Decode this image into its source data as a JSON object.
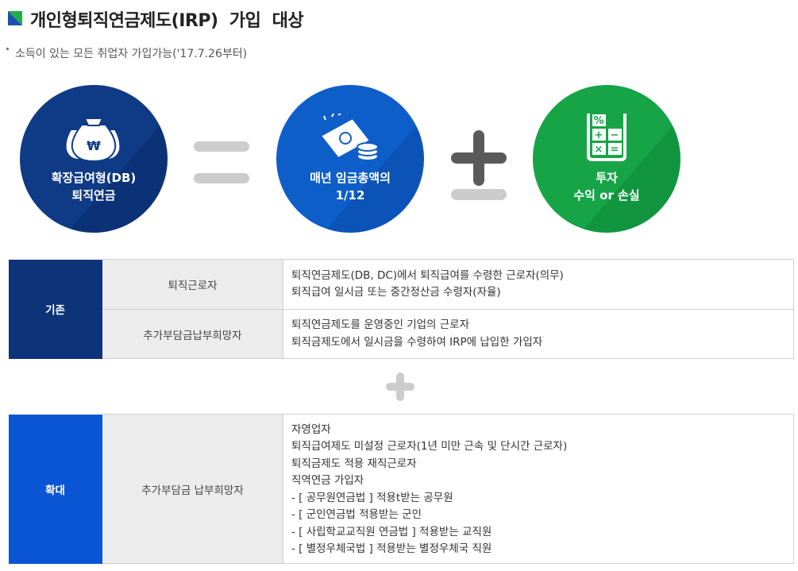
{
  "header": {
    "title": "개인형퇴직연금제도(IRP)  가입  대상",
    "subtitle": "소득이 있는 모든 취업자 가입가능('17.7.26부터)",
    "accent_colors": [
      "#1b4fb3",
      "#1fae4c"
    ]
  },
  "formula": {
    "circle1": {
      "line1": "확장급여형(DB)",
      "line2": "퇴직연금",
      "color": "#0f3a86",
      "icon": "money-bags-icon"
    },
    "operator1": "equals",
    "circle2": {
      "line1": "매년 임금총액의",
      "line2": "1/12",
      "color": "#0e5ec9",
      "icon": "cash-coins-icon"
    },
    "operator2": "plus-minus",
    "circle3": {
      "line1": "투자",
      "line2": "수익 or 손실",
      "color": "#16a447",
      "icon": "calculator-icon"
    }
  },
  "table_existing": {
    "header": "기존",
    "header_color": "#0d3479",
    "rows": [
      {
        "category": "퇴직근로자",
        "lines": [
          "퇴직연금제도(DB, DC)에서 퇴직급여를 수령한 근로자(의무)",
          "퇴직급여 일시금 또는 중간정산금 수령자(자율)"
        ]
      },
      {
        "category": "추가부담금납부희망자",
        "lines": [
          "퇴직연금제도를 운영중인 기업의 근로자",
          "퇴직금제도에서 일시금을 수령하여 IRP에 납입한 가입자"
        ]
      }
    ]
  },
  "table_expanded": {
    "header": "확대",
    "header_color": "#0a55d4",
    "rows": [
      {
        "category": "추가부담금 납부희망자",
        "lines": [
          "자영업자",
          "퇴직급여제도 미설정 근로자(1년 미만 근속 및 단시간 근로자)",
          "퇴직금제도 적용 재직근로자",
          "직역연금 가입자",
          "- [ 공무원연금법 ] 적용t받는 공무원",
          "- [ 군인연금법 적용받는 군인",
          "- [ 사립학교교직원 연금법 ] 적용받는 교직원",
          "- [ 별정우체국법 ] 적용받는 별정우체국 직원"
        ]
      }
    ]
  }
}
